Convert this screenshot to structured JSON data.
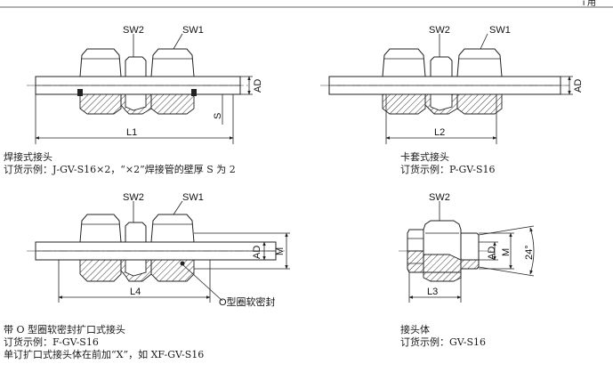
{
  "header": {
    "page_label": "i 用"
  },
  "drawings": {
    "weld": {
      "sw2": "SW2",
      "sw1": "SW1",
      "dim_ad": "AD",
      "dim_s": "S",
      "dim_l": "L1",
      "caption": {
        "title": "焊接式接头",
        "order": "订货示例：J-GV-S16×2，“×2”焊接管的壁厚 S 为 2"
      }
    },
    "ferrule": {
      "sw2": "SW2",
      "sw1": "SW1",
      "dim_ad": "AD",
      "dim_l": "L2",
      "caption": {
        "title": "卡套式接头",
        "order": "订货示例：P-GV-S16"
      }
    },
    "oring": {
      "sw2": "SW2",
      "sw1": "SW1",
      "dim_ad": "AD",
      "dim_m": "M",
      "dim_l": "L4",
      "seal_label": "O型圈软密封",
      "caption": {
        "title": "带 O 型圈软密封扩口式接头",
        "order": "订货示例：F-GV-S16",
        "note": "单订扩口式接头体在前加“X”，如 XF-GV-S16"
      }
    },
    "body": {
      "sw2": "SW2",
      "dim_ad": "AD",
      "dim_m": "M",
      "dim_angle": "24°",
      "dim_l": "L3",
      "caption": {
        "title": "接头体",
        "order": "订货示例：GV-S16"
      }
    }
  }
}
